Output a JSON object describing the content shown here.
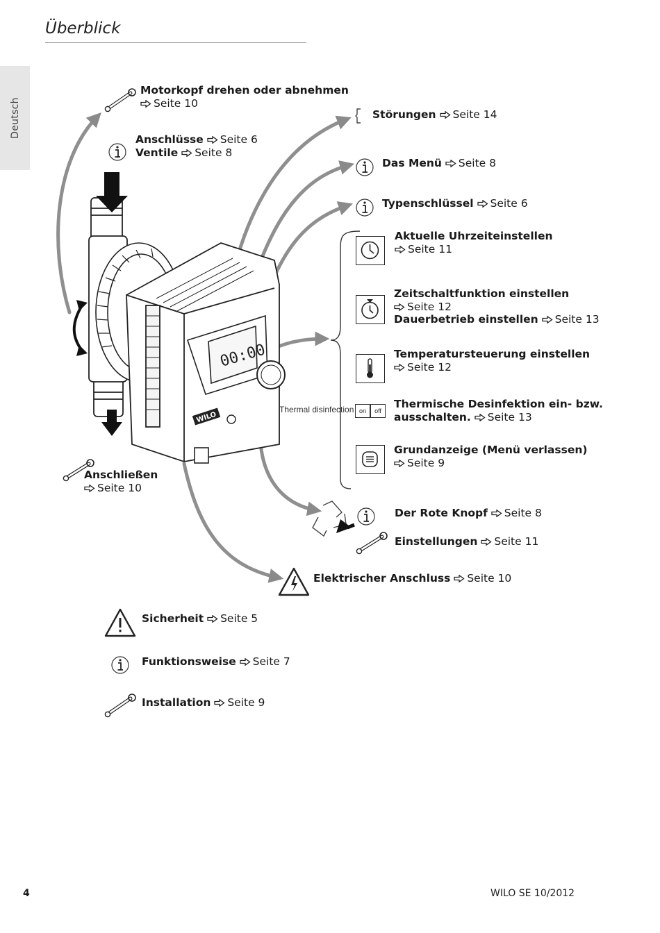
{
  "header": {
    "title": "Überblick",
    "side_tab": "Deutsch"
  },
  "labels": {
    "motorkopf": {
      "title": "Motorkopf drehen oder abnehmen",
      "ref": "Seite 10"
    },
    "anschluesse": {
      "title": "Anschlüsse",
      "ref": "Seite 6"
    },
    "ventile": {
      "title": "Ventile",
      "ref": "Seite 8"
    },
    "stoerungen": {
      "title": "Störungen",
      "ref": "Seite 14"
    },
    "menue": {
      "title": "Das Menü",
      "ref": "Seite 8"
    },
    "typen": {
      "title": "Typenschlüssel",
      "ref": "Seite 6"
    },
    "uhrzeit": {
      "title": "Aktuelle Uhrzeiteinstellen",
      "ref": "Seite 11"
    },
    "zeitschalt": {
      "title": "Zeitschaltfunktion einstellen",
      "ref": "Seite 12"
    },
    "dauer": {
      "title": "Dauerbetrieb einstellen",
      "ref": "Seite 13"
    },
    "temperatur": {
      "title": "Temperatursteuerung einstellen",
      "ref": "Seite 12"
    },
    "thermisch": {
      "title_line1": "Thermische Desinfektion ein- bzw.",
      "title_line2": "ausschalten.",
      "ref": "Seite 13"
    },
    "grundanzeige": {
      "title": "Grundanzeige (Menü verlassen)",
      "ref": "Seite 9"
    },
    "roter_knopf": {
      "title": "Der Rote Knopf",
      "ref": "Seite 8"
    },
    "einstellungen": {
      "title": "Einstellungen",
      "ref": "Seite 11"
    },
    "elektrisch": {
      "title": "Elektrischer Anschluss",
      "ref": "Seite 10"
    },
    "anschliessen": {
      "title": "Anschließen",
      "ref": "Seite 10"
    },
    "sicherheit": {
      "title": "Sicherheit",
      "ref": "Seite 5"
    },
    "funktionsweise": {
      "title": "Funktionsweise",
      "ref": "Seite 7"
    },
    "installation": {
      "title": "Installation",
      "ref": "Seite 9"
    }
  },
  "diagram": {
    "thermal_label": "Thermal disinfection",
    "on_label": "on",
    "off_label": "off",
    "brand_on_device": "WILO",
    "display_digits": "00:00"
  },
  "footer": {
    "page_number": "4",
    "publisher": "WILO SE 10/2012"
  },
  "icons": [
    "wrench-icon",
    "info-icon",
    "warning-icon",
    "electric-warning-icon",
    "clock-icon",
    "timer-icon",
    "thermometer-icon",
    "menu-icon",
    "recycle-icon",
    "fault-icon"
  ]
}
